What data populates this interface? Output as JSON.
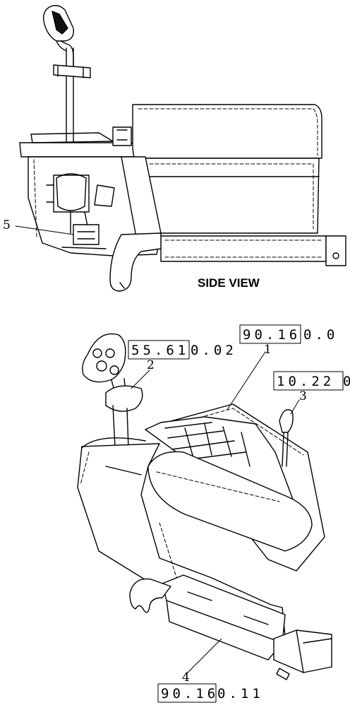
{
  "diagram": {
    "side_view_label": "SIDE VIEW",
    "callouts": [
      {
        "id": "1",
        "label": "1"
      },
      {
        "id": "2",
        "label": "2"
      },
      {
        "id": "3",
        "label": "3"
      },
      {
        "id": "4",
        "label": "4"
      },
      {
        "id": "5",
        "label": "5"
      }
    ],
    "references": {
      "top_right": {
        "boxed": "90.16",
        "rest": "0.0"
      },
      "item2": {
        "boxed": "55.61",
        "rest": "0.02"
      },
      "item3": {
        "boxed": "10.22",
        "rest": "0"
      },
      "bottom": {
        "boxed": "90.16",
        "rest": "0.11"
      }
    }
  }
}
